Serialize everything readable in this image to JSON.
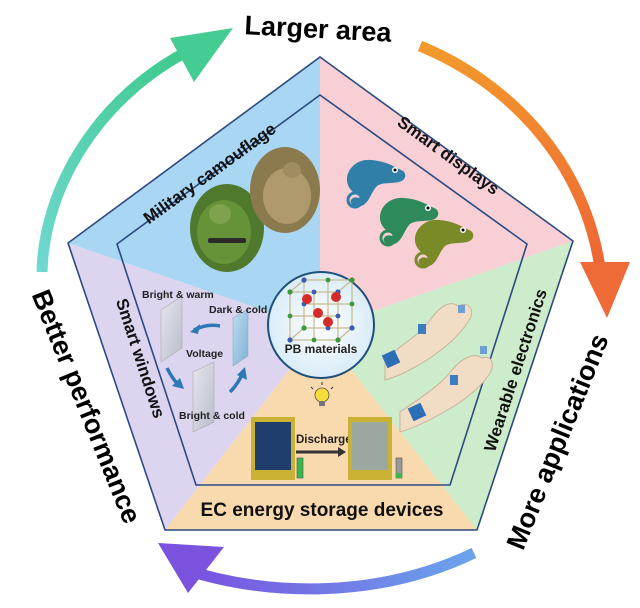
{
  "title": "Prussian blue (PB) materials electrochromic applications overview",
  "cycle": {
    "labels": {
      "top": "Larger area",
      "right": "More applications",
      "left": "Better performance"
    },
    "arrow_colors": {
      "top_left": "#3fcf9a",
      "top_right": "#f07a30",
      "bottom": "#6f6ae0",
      "left_start": "#5fd6c0"
    }
  },
  "center": {
    "label": "PB materials"
  },
  "sections": {
    "military": {
      "label": "Military camouflage",
      "color": "#a9d6f2"
    },
    "displays": {
      "label": "Smart displays",
      "color": "#f9cfd6"
    },
    "wearable": {
      "label": "Wearable electronics",
      "color": "#cdeccb"
    },
    "energy": {
      "label": "EC energy storage devices",
      "color": "#f9d9ae"
    },
    "windows": {
      "label": "Smart windows",
      "color": "#ddd5ef",
      "states": {
        "bright_warm": "Bright & warm",
        "dark_cold": "Dark & cold",
        "bright_cold": "Bright & cold",
        "stimulus": "Voltage"
      }
    }
  },
  "energy_demo": {
    "arrow_label": "Discharge"
  },
  "outline_color": "#2c4a80"
}
